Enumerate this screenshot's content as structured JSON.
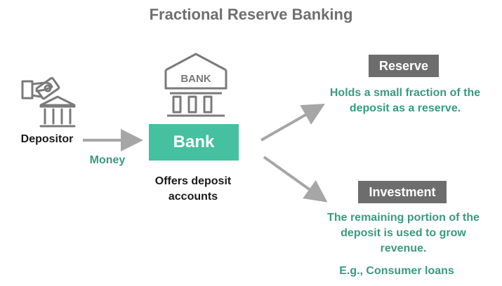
{
  "title": "Fractional Reserve Banking",
  "depositor": {
    "label": "Depositor"
  },
  "money": {
    "label": "Money"
  },
  "bank": {
    "icon_text": "BANK",
    "box_label": "Bank",
    "description": "Offers deposit accounts"
  },
  "reserve": {
    "tag": "Reserve",
    "description": "Holds a small fraction of the deposit as a reserve."
  },
  "investment": {
    "tag": "Investment",
    "description": "The remaining portion of the deposit is used to grow revenue.",
    "example": "E.g., Consumer loans"
  },
  "colors": {
    "accent_green": "#45c0a0",
    "text_green": "#3a9a7d",
    "tag_gray": "#6d6d6d",
    "arrow_gray": "#a6a6a6",
    "icon_gray": "#7a7a7a"
  }
}
